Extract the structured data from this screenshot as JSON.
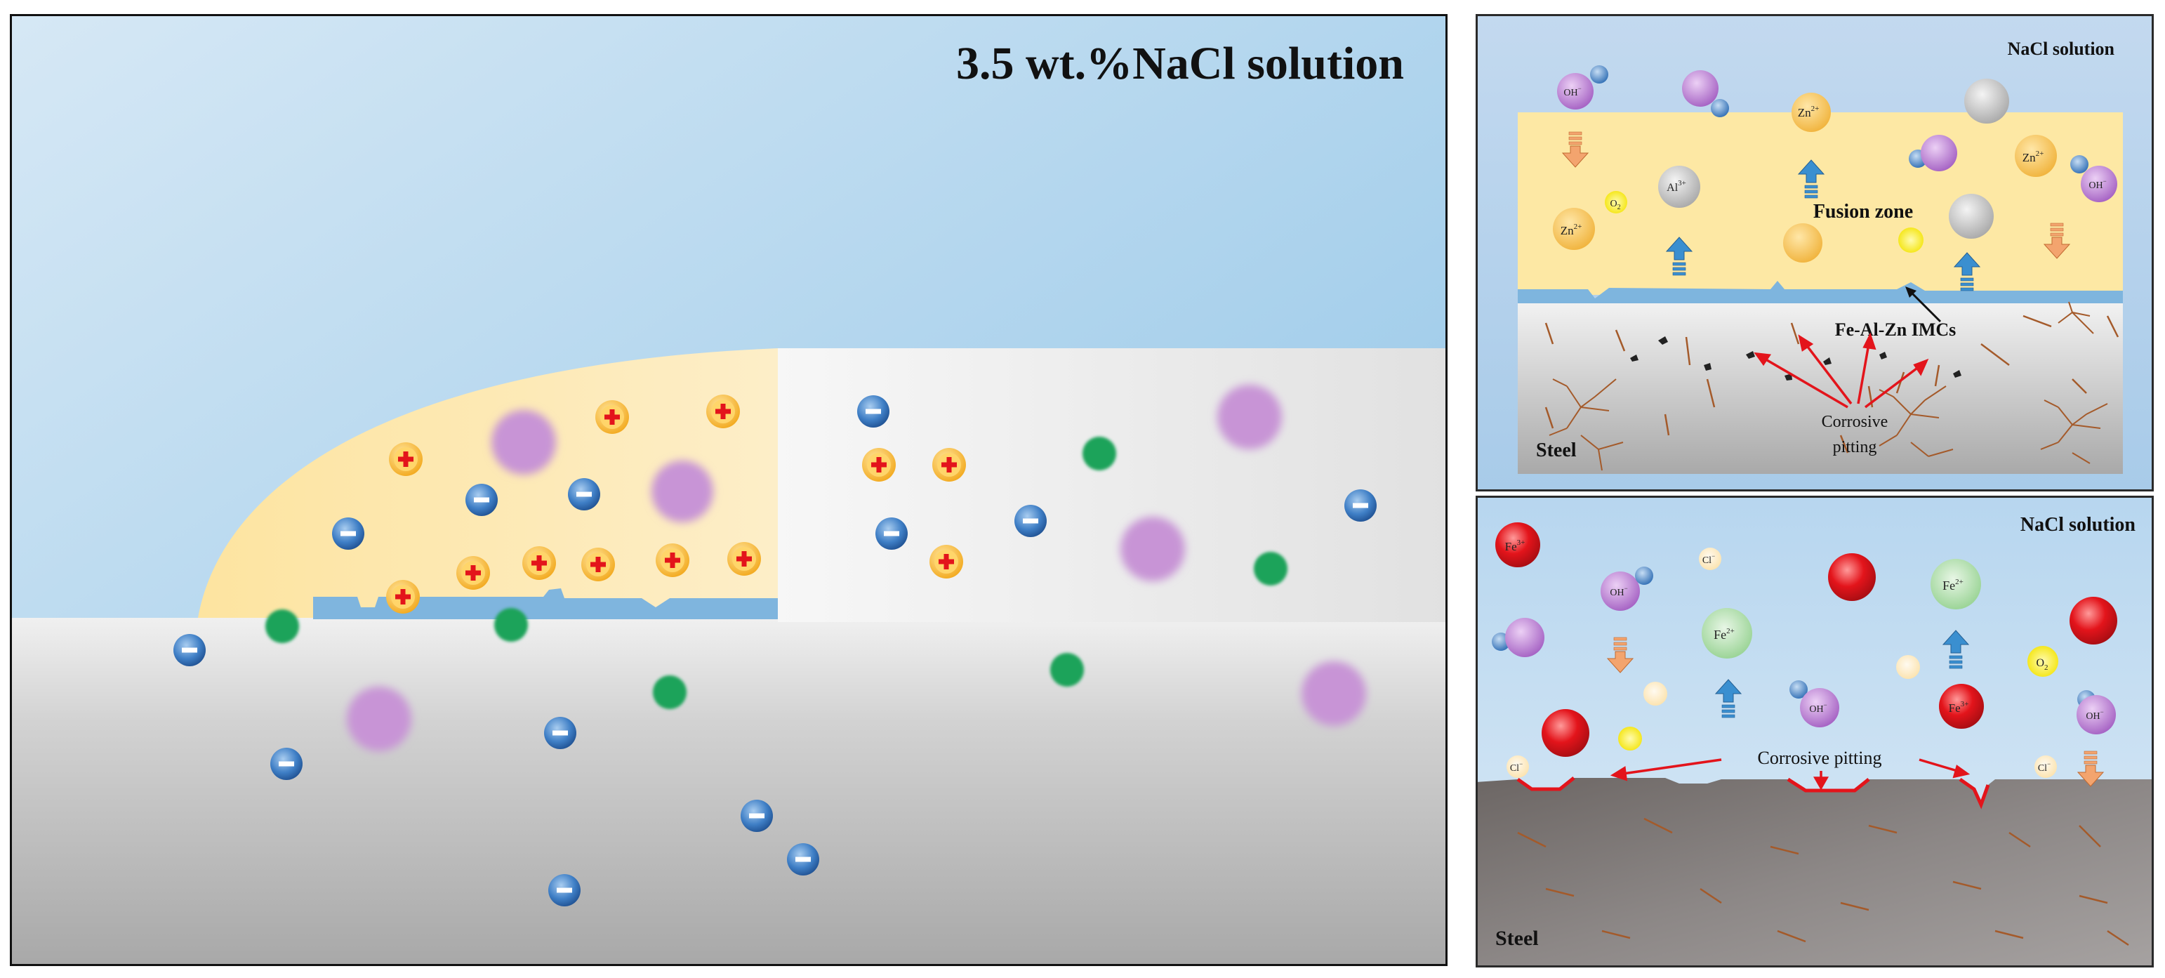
{
  "main_panel": {
    "title": "3.5 wt.%NaCl solution",
    "colors": {
      "solution_top": "#cfe3f3",
      "solution_bottom": "#8fc4e6",
      "fusion_zone": "#fde7a6",
      "steel": "#b3b3b3",
      "cation": "#f5b731",
      "cation_sign": "#e3141b",
      "anion": "#3a78c0",
      "green_particle": "#1fa65b",
      "purple_blob": "#c894d6"
    }
  },
  "top_panel": {
    "solution_label": "NaCl solution",
    "fusion_zone_label": "Fusion zone",
    "imc_label": "Fe-Al-Zn IMCs",
    "pitting_label_line1": "Corrosive",
    "pitting_label_line2": "pitting",
    "steel_label": "Steel",
    "ion_labels": {
      "oh": "OH",
      "zn2": "Zn",
      "al3": "Al",
      "o2": "O"
    }
  },
  "bottom_panel": {
    "solution_label": "NaCl solution",
    "pitting_label": "Corrosive pitting",
    "steel_label": "Steel",
    "ion_labels": {
      "fe2": "Fe",
      "fe3": "Fe",
      "cl": "Cl",
      "oh": "OH",
      "o2": "O"
    }
  }
}
